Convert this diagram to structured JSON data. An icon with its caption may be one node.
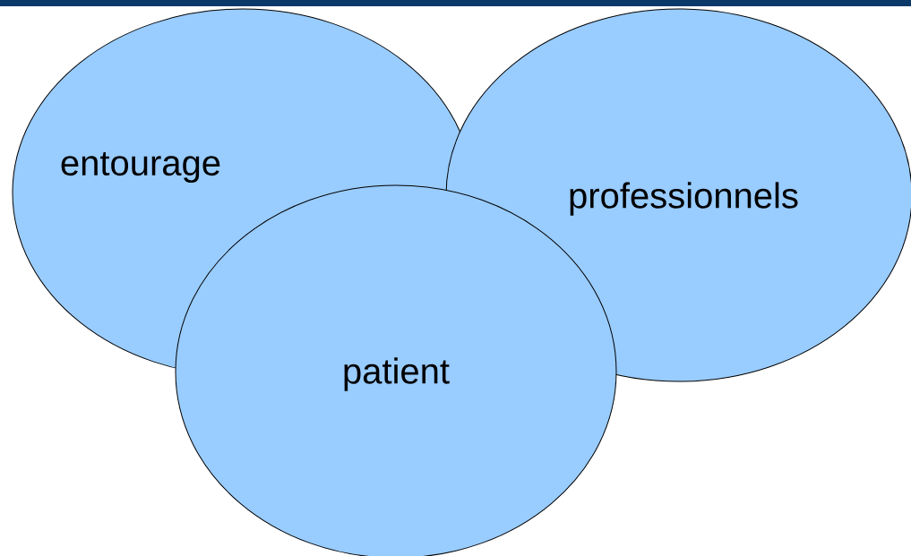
{
  "diagram": {
    "nodes": [
      {
        "text": [
          "entourage"
        ]
      },
      {
        "text": [
          "professionnels"
        ]
      },
      {
        "text": [
          "patient"
        ]
      }
    ]
  }
}
